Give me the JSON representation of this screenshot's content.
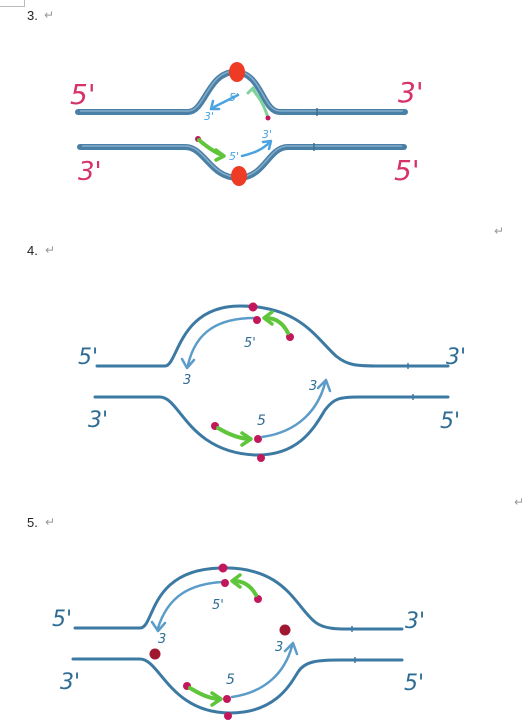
{
  "steps": [
    {
      "number": "3.",
      "mark": "↵",
      "end_labels": {
        "top_left": "5'",
        "top_right": "3'",
        "bottom_left": "3'",
        "bottom_right": "5'"
      },
      "strand_labels": [
        "5'",
        "3'",
        "5'",
        "3'"
      ]
    },
    {
      "number": "4.",
      "mark": "↵",
      "end_labels": {
        "top_left": "5'",
        "top_right": "3'",
        "bottom_left": "3'",
        "bottom_right": "5'"
      },
      "strand_labels": [
        "5'",
        "3",
        "5",
        "3"
      ]
    },
    {
      "number": "5.",
      "mark": "↵",
      "end_labels": {
        "top_left": "5'",
        "top_right": "3'",
        "bottom_left": "3'",
        "bottom_right": "5'"
      },
      "strand_labels": [
        "5'",
        "3",
        "5",
        "3"
      ]
    }
  ],
  "paragraph_marks": [
    "↵",
    "↵"
  ],
  "colors": {
    "dna_strand": "#4a7fa6",
    "dna_strand_dark": "#3d6f94",
    "label_pink": "#d6336c",
    "label_blue": "#2f6c94",
    "primer_green": "#5fc53a",
    "new_strand_blue": "#4aa3e0",
    "origin_red": "#ef3b24",
    "dot_magenta": "#c2185b",
    "dot_dark_red": "#a01830"
  }
}
